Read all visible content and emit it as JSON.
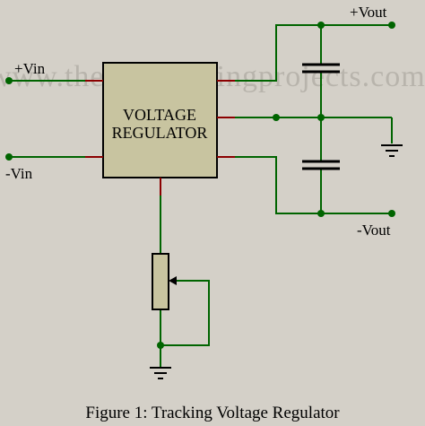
{
  "watermark": "www.theengineeringprojects.com",
  "labels": {
    "plus_vin": "+Vin",
    "minus_vin": "-Vin",
    "plus_vout": "+Vout",
    "minus_vout": "-Vout",
    "regulator_line1": "VOLTAGE",
    "regulator_line2": "REGULATOR"
  },
  "caption": "Figure 1: Tracking Voltage Regulator",
  "colors": {
    "background": "#d4d0c8",
    "wire": "#006400",
    "wire_pin": "#8b0000",
    "component_fill": "#c8c4a0",
    "node": "#006400"
  }
}
